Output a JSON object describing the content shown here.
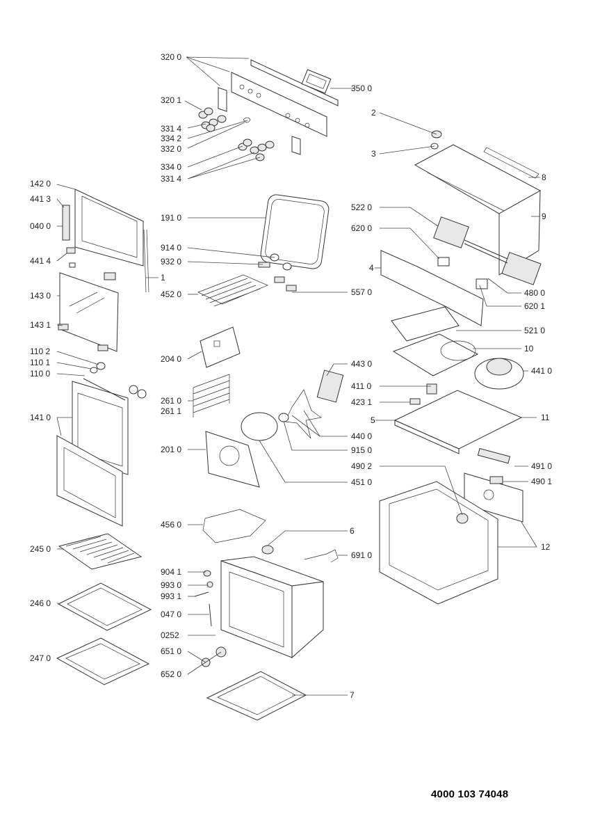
{
  "document_code": "4000 103 74048",
  "labels": {
    "l3200": "320 0",
    "l3500": "350 0",
    "l3201": "320 1",
    "l3314a": "331 4",
    "l3342": "334 2",
    "l3320": "332 0",
    "l3340": "334 0",
    "l3314b": "331 4",
    "l1420": "142 0",
    "l4413": "441 3",
    "l0400": "040 0",
    "l4414": "441 4",
    "l1": "1",
    "l1430": "143 0",
    "l1431": "143 1",
    "l1102": "110 2",
    "l1101": "110 1",
    "l1100": "110 0",
    "l1410": "141 0",
    "l2450": "245 0",
    "l2460": "246 0",
    "l2470": "247 0",
    "l1910": "191 0",
    "l9140": "914 0",
    "l9320": "932 0",
    "l4520": "452 0",
    "l5570": "557 0",
    "l2040": "204 0",
    "l2610": "261 0",
    "l2611": "261 1",
    "l2010": "201 0",
    "l4510": "451 0",
    "l4560": "456 0",
    "l6": "6",
    "l6910": "691 0",
    "l9041": "904 1",
    "l9930": "993 0",
    "l9931": "993 1",
    "l0470": "047 0",
    "l0252": "0252",
    "l6510": "651 0",
    "l6520": "652 0",
    "l7": "7",
    "l2": "2",
    "l3": "3",
    "l8": "8",
    "l9": "9",
    "l5220": "522 0",
    "l6200": "620 0",
    "l4": "4",
    "l4800": "480 0",
    "l6201": "620 1",
    "l5210": "521 0",
    "l10": "10",
    "l4410": "441 0",
    "l4430": "443 0",
    "l4110": "411 0",
    "l4231": "423 1",
    "l5": "5",
    "l11": "11",
    "l4400": "440 0",
    "l9150": "915 0",
    "l4902": "490 2",
    "l4910": "491 0",
    "l4901": "490 1",
    "l12": "12"
  }
}
